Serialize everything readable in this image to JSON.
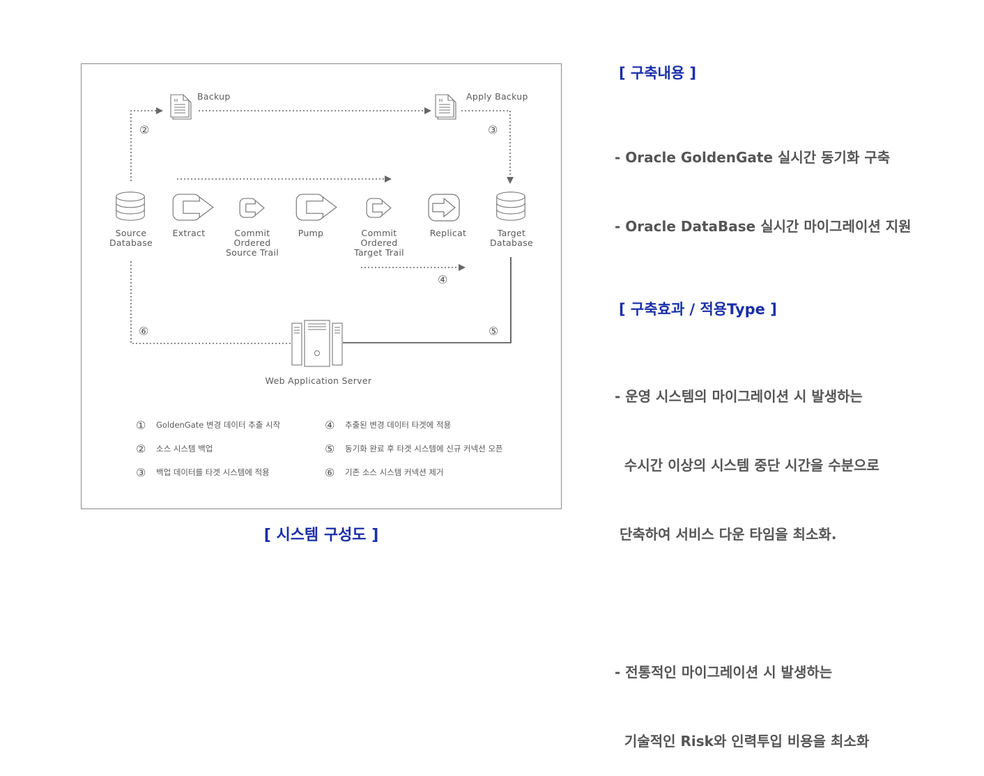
{
  "diagram": {
    "nodes": {
      "source_db": [
        "Source",
        "Database"
      ],
      "extract": [
        "Extract"
      ],
      "commit_source": [
        "Commit",
        "Ordered",
        "Source Trail"
      ],
      "pump": [
        "Pump"
      ],
      "commit_target": [
        "Commit",
        "Ordered",
        "Target Trail"
      ],
      "replicat": [
        "Replicat"
      ],
      "target_db": [
        "Target",
        "Database"
      ],
      "web_server": [
        "Web Application Server"
      ]
    },
    "backup_label": "Backup",
    "apply_backup_label": "Apply Backup",
    "step_markers": {
      "s2": "②",
      "s3": "③",
      "s4": "④",
      "s5": "⑤",
      "s6": "⑥"
    },
    "legend": [
      {
        "num": "①",
        "text": "GoldenGate 변경 데이터 추출 시작"
      },
      {
        "num": "②",
        "text": "소스 시스템 백업"
      },
      {
        "num": "③",
        "text": "백업 데이터를 타겟 시스템에 적용"
      },
      {
        "num": "④",
        "text": "추출된 변경 데이터 타겟에 적용"
      },
      {
        "num": "⑤",
        "text": "동기화 완료 후 타겟 시스템에 신규 커넥션 오픈"
      },
      {
        "num": "⑥",
        "text": "기존 소스 시스템 커넥션 제거"
      }
    ]
  },
  "caption": "[ 시스템 구성도 ]",
  "section1": {
    "title": "[ 구축내용 ]",
    "lines": [
      "- Oracle GoldenGate 실시간 동기화 구축",
      "- Oracle DataBase 실시간 마이그레이션 지원"
    ]
  },
  "section2": {
    "title": "[ 구축효과 / 적용Type ]",
    "lines": [
      "- 운영 시스템의 마이그레이션 시 발생하는",
      "  수시간 이상의 시스템 중단 시간을 수분으로",
      " 단축하여 서비스 다운 타임을 최소화.",
      "",
      "- 전통적인 마이그레이션 시 발생하는",
      "  기술적인 Risk와 인력투입 비용을 최소화"
    ]
  },
  "colors": {
    "accent": "#1a2fa8",
    "text": "#555555",
    "line": "#666666"
  }
}
